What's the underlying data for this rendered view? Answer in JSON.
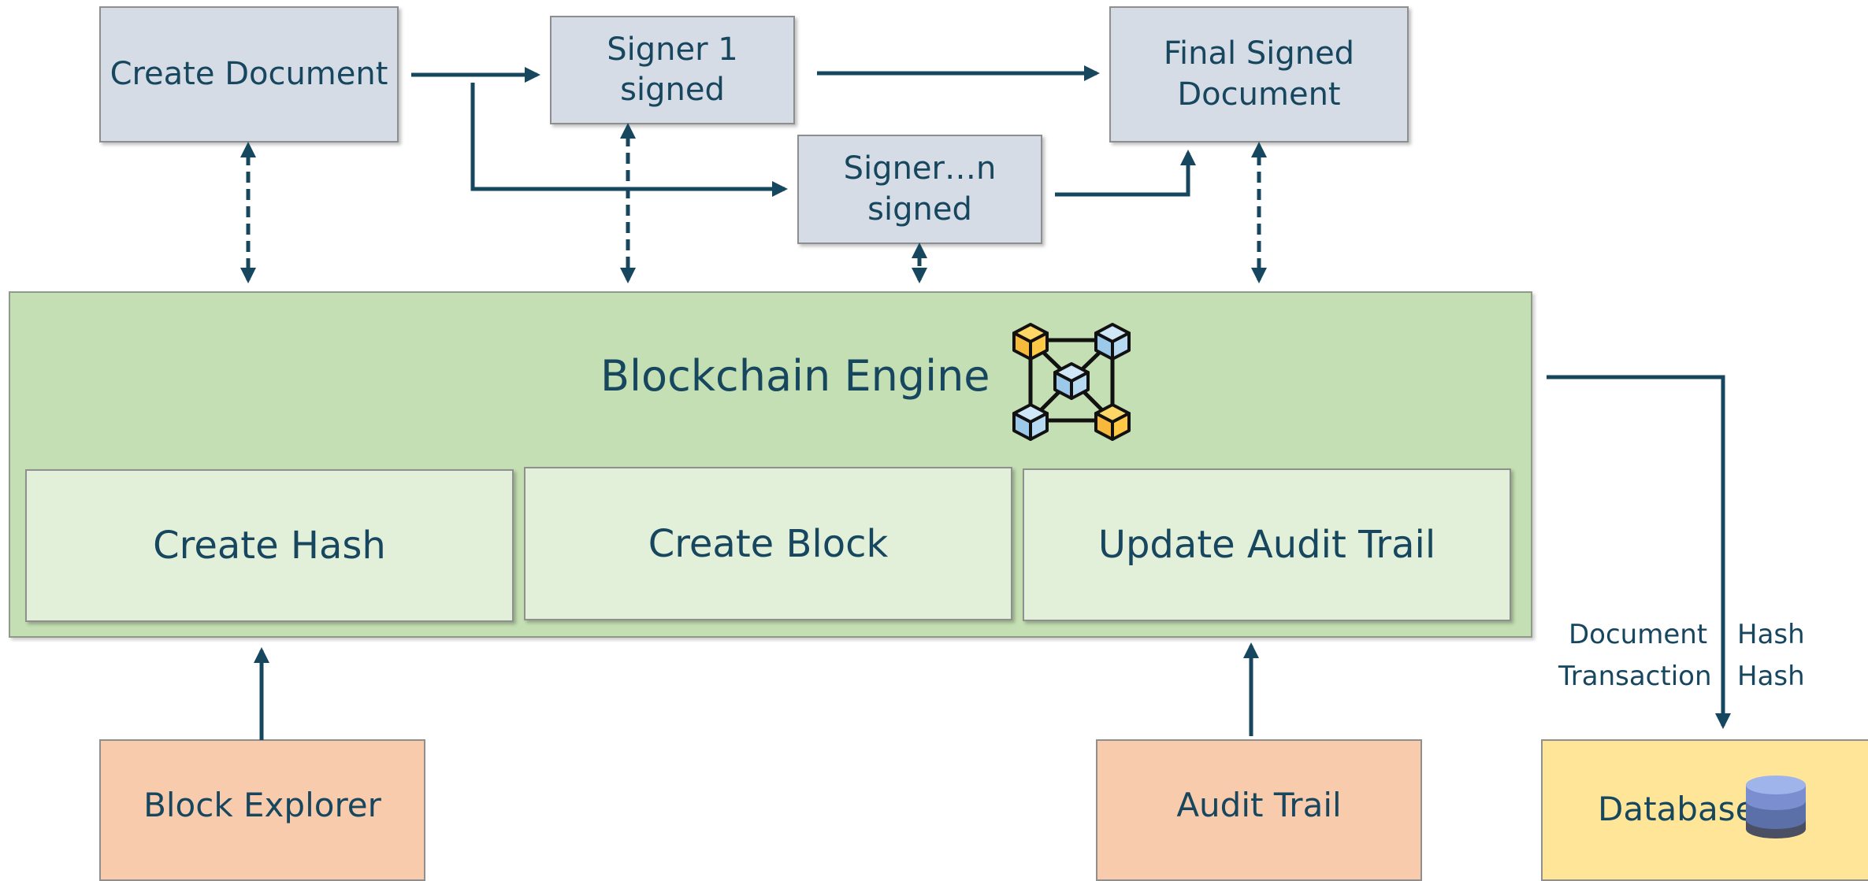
{
  "boxes": {
    "create_document": "Create Document",
    "signer1_line1": "Signer 1",
    "signer1_line2": "signed",
    "signern_line1": "Signer…n",
    "signern_line2": "signed",
    "final_line1": "Final Signed",
    "final_line2": "Document"
  },
  "engine": {
    "title": "Blockchain Engine",
    "icon": "blockchain-network-icon",
    "create_hash": "Create Hash",
    "create_block": "Create Block",
    "update_audit": "Update Audit Trail"
  },
  "bottom": {
    "block_explorer": "Block Explorer",
    "audit_trail": "Audit Trail",
    "database": "Database",
    "database_icon": "database-icon"
  },
  "labels": {
    "document": "Document",
    "transaction": "Transaction",
    "hash1": "Hash",
    "hash2": "Hash"
  },
  "colors": {
    "arrow": "#17465f",
    "gray_box": "#d6dce5",
    "engine": "#c4dfb3",
    "engine_inner": "#e2efd9",
    "peach": "#f7cbac",
    "database": "#fee598"
  }
}
